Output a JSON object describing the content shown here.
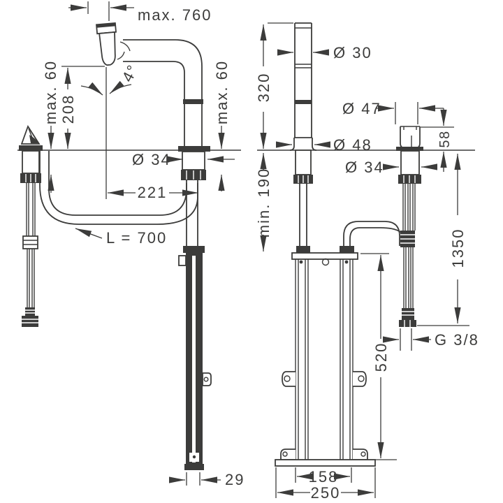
{
  "drawing": {
    "type": "faucet installation dimension drawing",
    "line_color": "#3c3c3b",
    "background": "#ffffff"
  },
  "labels": {
    "max760": "max. 760",
    "max60_left": "max. 60",
    "d208": "208",
    "angle": "4°",
    "dia34_left": "Ø 34",
    "max60_right": "max. 60",
    "d221": "221",
    "hose_length": "L = 700",
    "d29": "29",
    "dia30": "Ø 30",
    "d320": "320",
    "dia48": "Ø 48",
    "dia47": "Ø 47",
    "dia34_right": "Ø 34",
    "d58": "58",
    "min190": "min. 190",
    "d1350": "1350",
    "g38": "G 3/8",
    "d520": "520",
    "d158": "158",
    "d250": "250"
  }
}
